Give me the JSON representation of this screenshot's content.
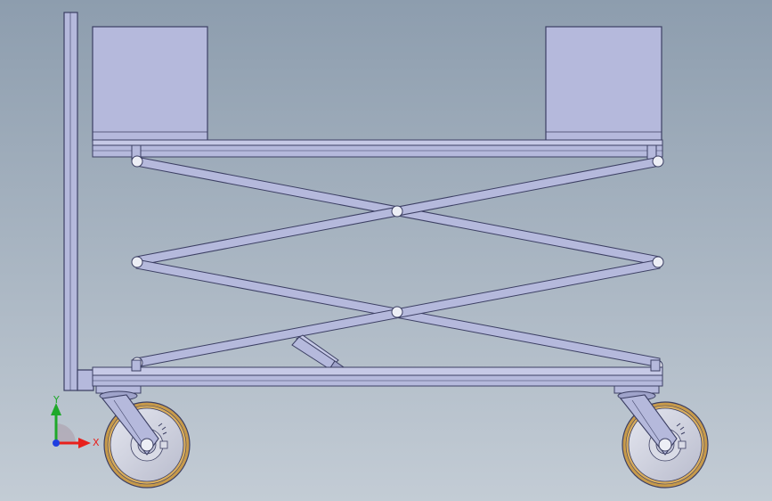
{
  "viewport": {
    "colors": {
      "background_top": "#8d9dae",
      "background_bottom": "#c3ccd5",
      "part_fill": "#b5b9dc",
      "part_fill_light": "#c6c9e6",
      "edge": "#3c3f63",
      "tire": "#c79a4a",
      "hub": "#d9dbe6"
    }
  },
  "triad": {
    "x_label": "X",
    "y_label": "Y",
    "x_color": "#e8201c",
    "y_color": "#1fa82a",
    "z_color": "#1f3fe0"
  },
  "model": {
    "parts": [
      "vertical-handle-post",
      "left-top-block",
      "right-top-block",
      "top-platform",
      "scissor-linkage",
      "hydraulic-cylinder",
      "base-frame",
      "left-caster-wheel",
      "right-caster-wheel"
    ]
  }
}
